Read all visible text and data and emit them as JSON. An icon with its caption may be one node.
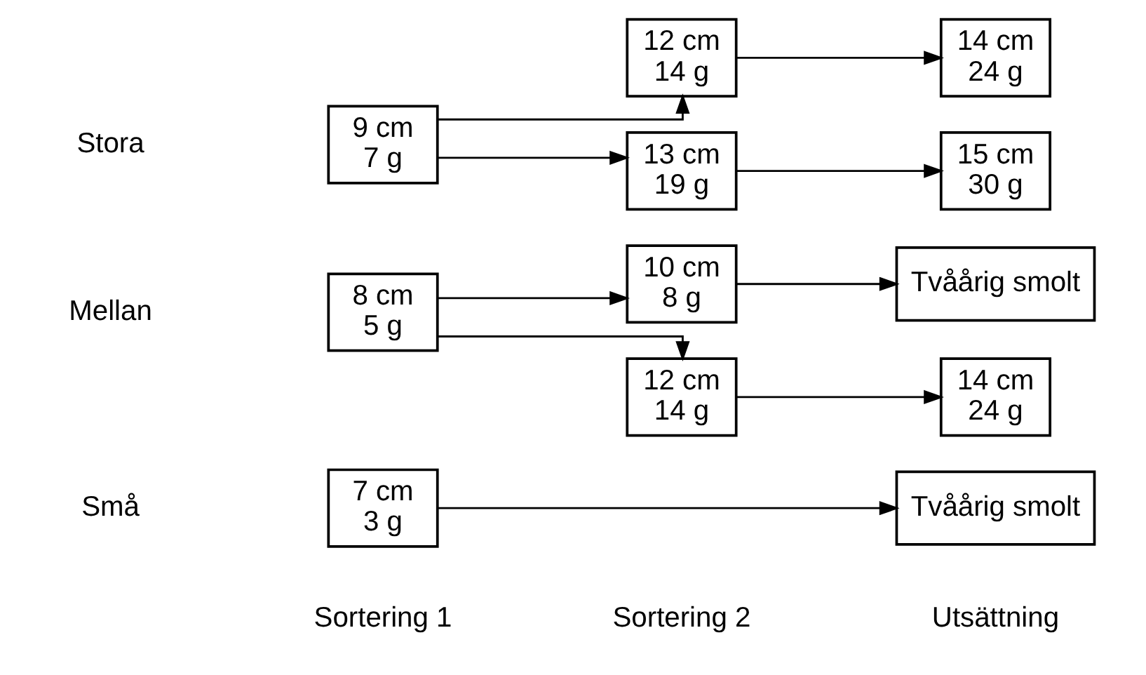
{
  "diagram": {
    "nodes": [
      {
        "text": [
          "7 cm",
          "3 g"
        ]
      },
      {
        "text": [
          "Tvåårig smolt"
        ]
      },
      {
        "text": [
          "10 cm",
          "8 g"
        ]
      },
      {
        "text": [
          "Tvåårig smolt"
        ]
      },
      {
        "text": [
          "8 cm",
          "5 g"
        ]
      },
      {
        "text": [
          "12 cm",
          "14 g"
        ]
      },
      {
        "text": [
          "14 cm",
          "24 g"
        ]
      },
      {
        "text": [
          "12 cm",
          "14 g"
        ]
      },
      {
        "text": [
          "14 cm",
          "24 g"
        ]
      },
      {
        "text": [
          "9 cm",
          "7 g"
        ]
      },
      {
        "text": [
          "13 cm",
          "19 g"
        ]
      },
      {
        "text": [
          "15 cm",
          "30 g"
        ]
      }
    ],
    "edges": [
      {
        "from": 0,
        "to": 1,
        "arrow": "to"
      },
      {
        "from": 4,
        "to": 2,
        "arrow": "to"
      },
      {
        "from": 2,
        "to": 3,
        "arrow": "to"
      },
      {
        "from": 4,
        "to": 5,
        "arrow": "to"
      },
      {
        "from": 5,
        "to": 6,
        "arrow": "to"
      },
      {
        "from": 9,
        "to": 7,
        "arrow": "to"
      },
      {
        "from": 7,
        "to": 8,
        "arrow": "to"
      },
      {
        "from": 9,
        "to": 10,
        "arrow": "to"
      },
      {
        "from": 10,
        "to": 11,
        "arrow": "to"
      }
    ],
    "labels": [
      "Sortering 1",
      "Sortering 2",
      "Utsättning",
      "Små",
      "Mellan",
      "Stora"
    ]
  }
}
